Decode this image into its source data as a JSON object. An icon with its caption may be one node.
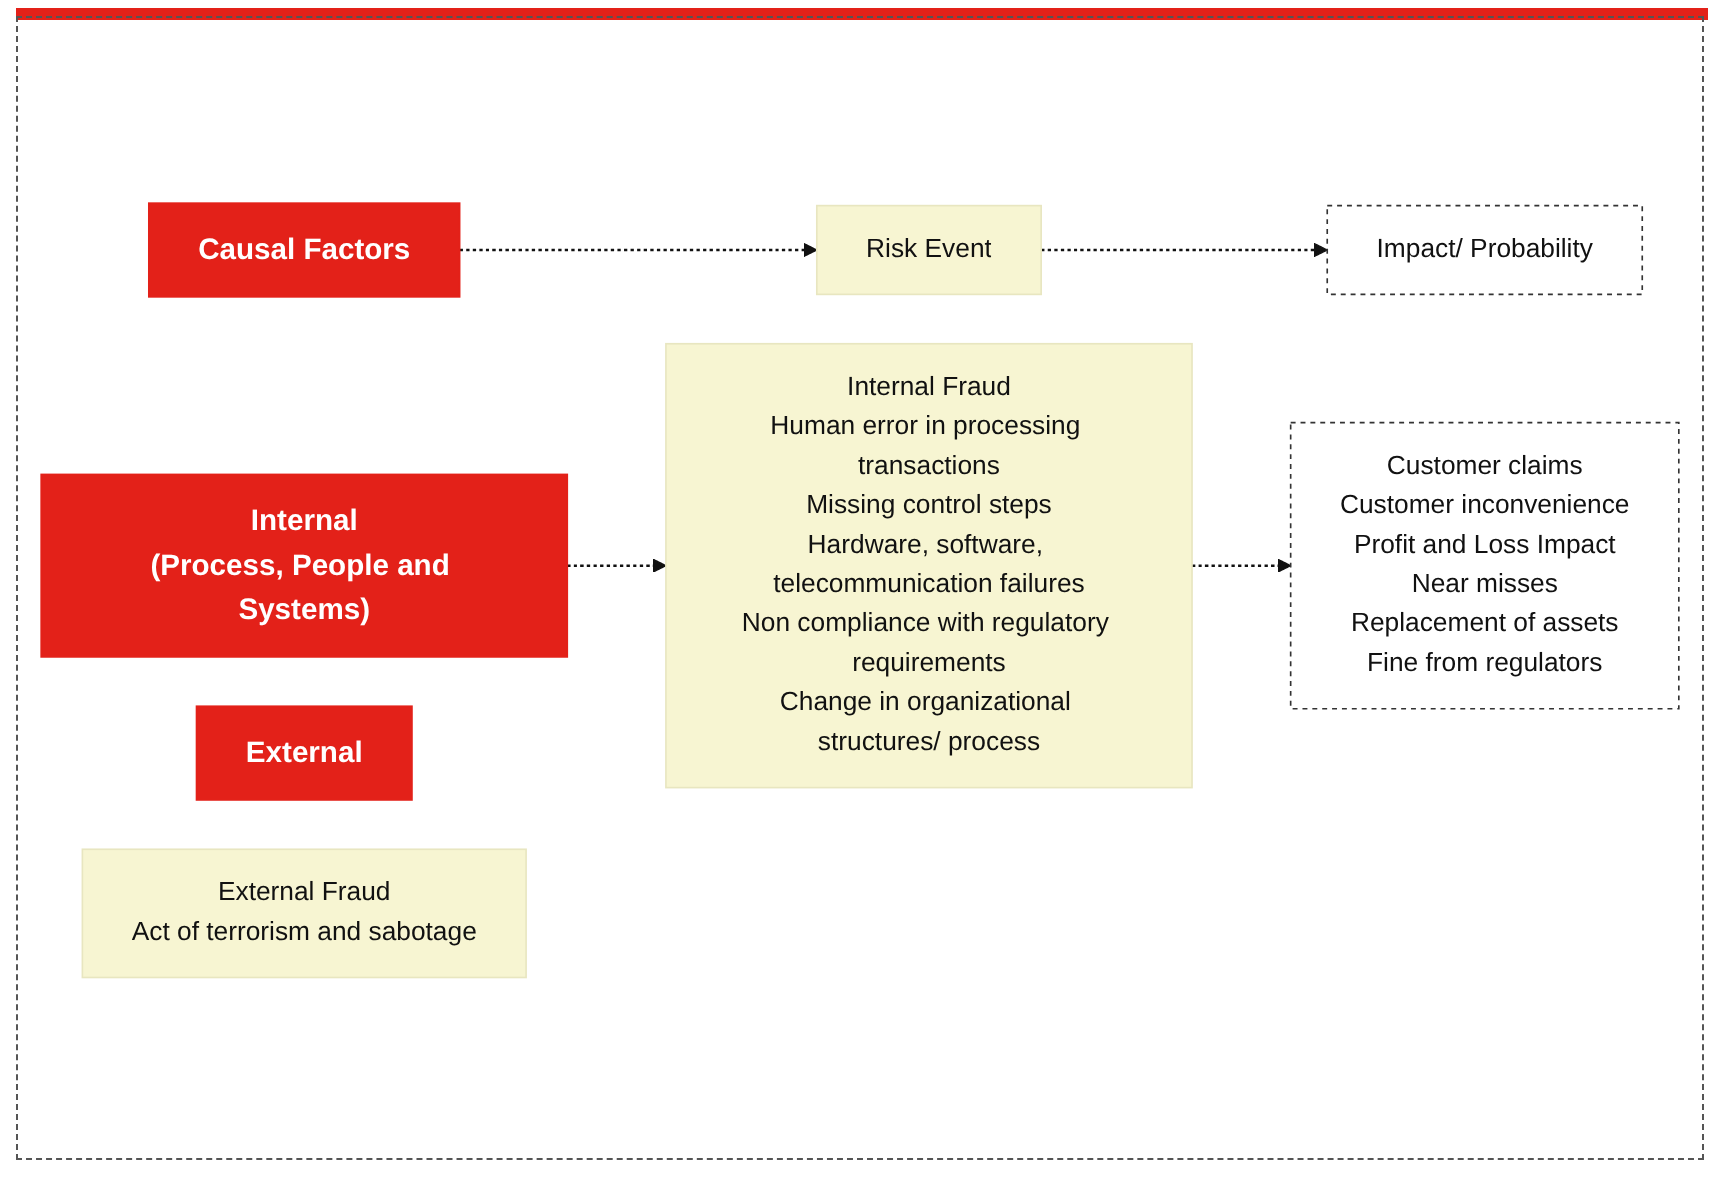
{
  "diagram": {
    "nodes": [
      {
        "text": [
          "Causal Factors"
        ]
      },
      {
        "text": [
          "Risk Event"
        ]
      },
      {
        "text": [
          "Impact/ Probability"
        ]
      },
      {
        "text": [
          "Internal",
          "(Process, People and Systems)"
        ]
      },
      {
        "text": [
          "Internal Fraud",
          "Human error in processing transactions",
          "Missing control steps",
          "Hardware, software, telecommunication failures",
          "Non compliance with regulatory requirements",
          "Change in organizational structures/ process"
        ]
      },
      {
        "text": [
          "Customer claims",
          "Customer inconvenience",
          "Profit and Loss Impact",
          "Near misses",
          "Replacement of assets",
          "Fine from regulators"
        ]
      },
      {
        "text": [
          "External"
        ]
      },
      {
        "text": [
          "External Fraud",
          "Act of terrorism and sabotage"
        ]
      }
    ],
    "edges": [
      {
        "from": 0,
        "to": 1,
        "arrow": "to",
        "style": "dashed"
      },
      {
        "from": 1,
        "to": 2,
        "arrow": "to",
        "style": "dashed"
      },
      {
        "from": 3,
        "to": 4,
        "arrow": "to",
        "style": "dashed"
      },
      {
        "from": 4,
        "to": 5,
        "arrow": "to",
        "style": "dashed"
      }
    ]
  }
}
